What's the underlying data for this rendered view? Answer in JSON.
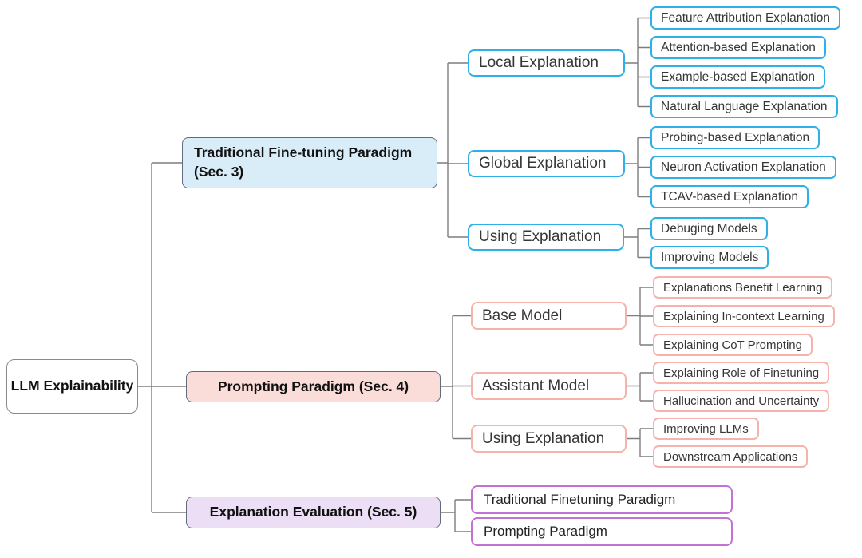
{
  "tree": {
    "root": {
      "label": "LLM Explainability"
    },
    "branches": [
      {
        "label": "Traditional Fine-tuning Paradigm (Sec. 3)",
        "children": [
          {
            "label": "Local Explanation",
            "children": [
              {
                "label": "Feature Attribution Explanation"
              },
              {
                "label": "Attention-based Explanation"
              },
              {
                "label": "Example-based Explanation"
              },
              {
                "label": "Natural Language Explanation"
              }
            ]
          },
          {
            "label": "Global Explanation",
            "children": [
              {
                "label": "Probing-based Explanation"
              },
              {
                "label": "Neuron Activation Explanation"
              },
              {
                "label": "TCAV-based Explanation"
              }
            ]
          },
          {
            "label": "Using Explanation",
            "children": [
              {
                "label": "Debuging Models"
              },
              {
                "label": "Improving Models"
              }
            ]
          }
        ]
      },
      {
        "label": "Prompting Paradigm (Sec. 4)",
        "children": [
          {
            "label": "Base Model",
            "children": [
              {
                "label": "Explanations Benefit Learning"
              },
              {
                "label": "Explaining In-context Learning"
              },
              {
                "label": "Explaining CoT Prompting"
              }
            ]
          },
          {
            "label": "Assistant Model",
            "children": [
              {
                "label": "Explaining Role of Finetuning"
              },
              {
                "label": "Hallucination and Uncertainty"
              }
            ]
          },
          {
            "label": "Using Explanation",
            "children": [
              {
                "label": "Improving LLMs"
              },
              {
                "label": "Downstream Applications"
              }
            ]
          }
        ]
      },
      {
        "label": "Explanation Evaluation (Sec. 5)",
        "children": [
          {
            "label": "Traditional Finetuning Paradigm"
          },
          {
            "label": "Prompting Paradigm"
          }
        ]
      }
    ],
    "colors": {
      "blue_accent": "#30b0e8",
      "pink_accent": "#f6b3ab",
      "purple_accent": "#c272d4",
      "section1_fill": "#d9edf8",
      "section2_fill": "#fadcd8",
      "section3_fill": "#ecdef5",
      "section_border": "#626b7d",
      "connector": "#7d7d7d"
    }
  }
}
